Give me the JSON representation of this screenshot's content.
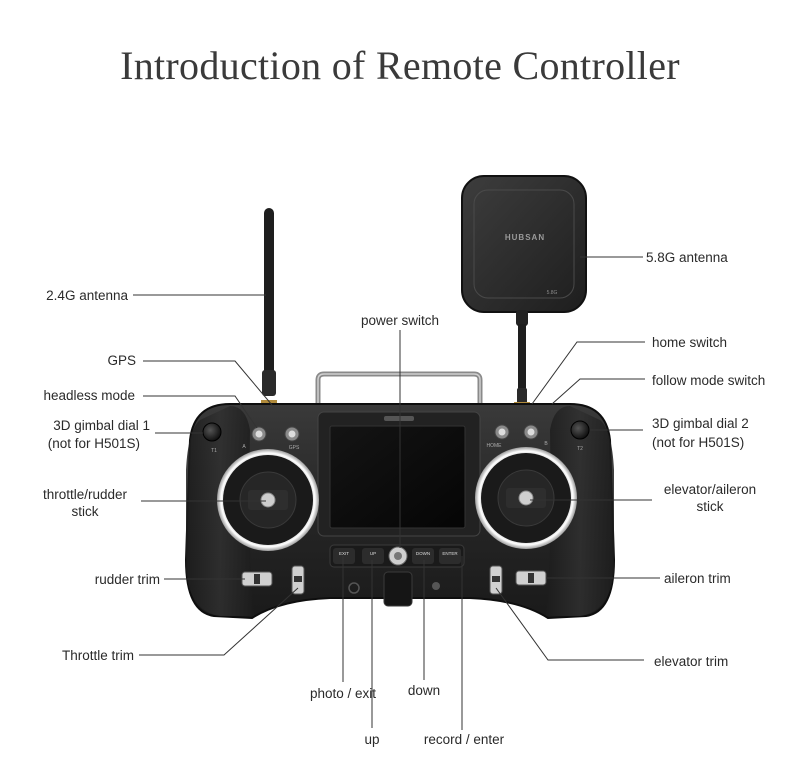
{
  "title": "Introduction of Remote Controller",
  "device": {
    "brand": "HUBSAN",
    "antenna_badge": "5.8G",
    "left_switch_letter": "A",
    "gps_text": "GPS",
    "home_text": "HOME",
    "right_switch_letter": "B",
    "t1": "T1",
    "t2": "T2",
    "buttons": {
      "exit": "EXIT",
      "up": "UP",
      "down": "DOWN",
      "enter": "ENTER"
    }
  },
  "labels": {
    "antenna_24g": "2.4G antenna",
    "antenna_58g": "5.8G antenna",
    "power_switch": "power switch",
    "gps": "GPS",
    "home_switch": "home switch",
    "headless_mode": "headless mode",
    "follow_mode_switch": "follow mode switch",
    "gimbal_dial_1": "3D gimbal dial 1",
    "gimbal_dial_1_note": "(not for H501S)",
    "gimbal_dial_2": "3D gimbal dial 2",
    "gimbal_dial_2_note": "(not for H501S)",
    "throttle_rudder_stick_1": "throttle/rudder",
    "throttle_rudder_stick_2": "stick",
    "elevator_aileron_stick_1": "elevator/aileron",
    "elevator_aileron_stick_2": "stick",
    "rudder_trim": "rudder trim",
    "aileron_trim": "aileron trim",
    "throttle_trim": "Throttle trim",
    "elevator_trim": "elevator trim",
    "photo_exit": "photo / exit",
    "down": "down",
    "up": "up",
    "record_enter": "record / enter"
  }
}
